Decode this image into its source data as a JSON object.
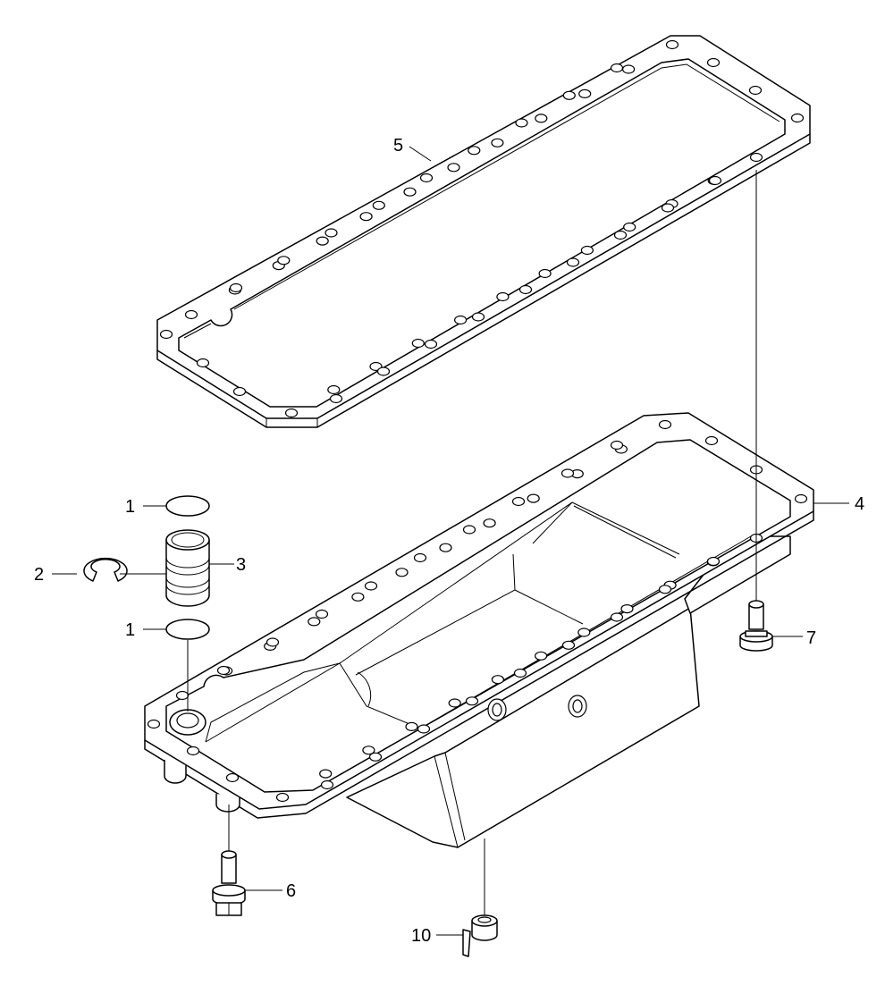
{
  "callouts": [
    {
      "id": "1a",
      "text": "1"
    },
    {
      "id": "2",
      "text": "2"
    },
    {
      "id": "3",
      "text": "3"
    },
    {
      "id": "1b",
      "text": "1"
    },
    {
      "id": "4",
      "text": "4"
    },
    {
      "id": "5",
      "text": "5"
    },
    {
      "id": "6",
      "text": "6"
    },
    {
      "id": "7",
      "text": "7"
    },
    {
      "id": "10",
      "text": "10"
    }
  ]
}
